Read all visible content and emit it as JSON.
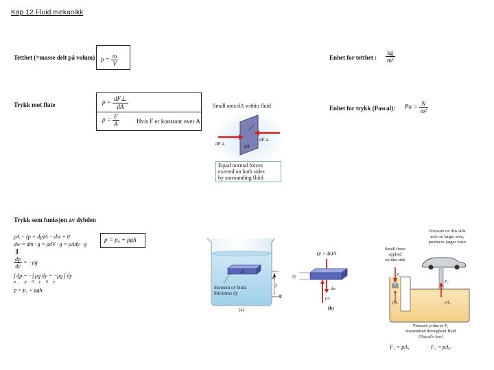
{
  "header": {
    "title": "Kap 12 Fluid mekanikk"
  },
  "density": {
    "label": "Tetthet (=masse delt på volum)",
    "formula_lhs": "ρ =",
    "formula_num": "m",
    "formula_den": "V",
    "unit_label": "Enhet for tetthet :",
    "unit_num": "kg",
    "unit_den": "m³"
  },
  "pressure": {
    "label": "Trykk mot flate",
    "formula1_lhs": "p =",
    "formula1_num": "dF⊥",
    "formula1_den": "dA",
    "formula2_lhs": "p =",
    "formula2_num": "F",
    "formula2_den": "A",
    "formula2_note": "Hvis F er konstant over A",
    "unit_label": "Enhet for trykk (Pascal):",
    "unit_lhs": "Pa =",
    "unit_num": "N",
    "unit_den": "m²"
  },
  "area_figure": {
    "title": "Small area dA within fluid",
    "label_dF_left": "dF⊥",
    "label_dF_right": "dF⊥",
    "label_dA": "dA",
    "caption_lines": [
      "Equal normal forces",
      "exerted on both sides",
      "by surrounding fluid"
    ]
  },
  "depth": {
    "label": "Trykk som funksjon av dybden",
    "eq1": "pA − (p + dp)A − dw = 0",
    "eq2": "dw = dm · g = ρdV · g = ρAdy · g",
    "implies": "⇓",
    "eq3_num": "dp",
    "eq3_den": "dy",
    "eq3_rhs": "= −ρg",
    "eq4": "∫ dp = −∫ ρg dy = −ρg ∫ dy",
    "eq4_limits": "p₁  p   0  y   0  y",
    "eq5": "p = p₁ + ρgh",
    "boxed": "p = p₀ + ρgh"
  },
  "beaker_figure": {
    "label_A": "A",
    "label_y": "y",
    "label_dy": "dy",
    "label_0": "0",
    "caption_lines": [
      "Element of fluid,",
      "thickness dy"
    ],
    "sub_a": "(a)"
  },
  "element_figure": {
    "top_force": "(p + dp)A",
    "label_dy": "dy",
    "label_dw": "dw",
    "label_pA": "pA",
    "sub_b": "(b)"
  },
  "hydraulic_figure": {
    "top_note_lines": [
      "Pressure on this side",
      "acts on larger area,",
      "produces larger force"
    ],
    "small_force_lines": [
      "Small force",
      "applied",
      "on this side"
    ],
    "label_F1": "F₁",
    "label_F2": "F₂",
    "label_pA1": "pA₁",
    "label_pA2": "pA₂",
    "bottom_note_lines": [
      "Pressure p due to F₁",
      "transmitted throughout fluid",
      "(Pascal's law)"
    ],
    "eq_F1": "F₁ = pA₁",
    "eq_F2": "F₂ = pA₂"
  }
}
